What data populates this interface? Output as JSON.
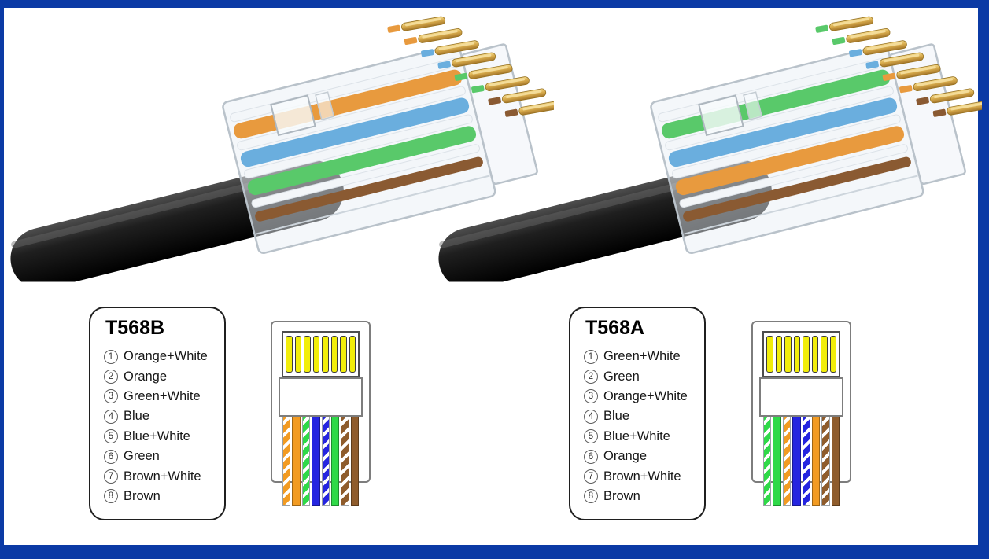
{
  "frame": {
    "border_color": "#0b3aa5",
    "panel_background": "#ffffff"
  },
  "connector_photos": [
    {
      "name": "rj45-plug-photo-t568b",
      "description": "clear RJ45 plug with black cable, orange wire on top",
      "band_colors": [
        "#e89a3e",
        "#6aaede",
        "#59c96a"
      ],
      "cable_color": "#141414",
      "pin_color": "#d9ad4e"
    },
    {
      "name": "rj45-plug-photo-t568a",
      "description": "clear RJ45 plug with black cable, green wire on top",
      "band_colors": [
        "#59c96a",
        "#6aaede",
        "#e89a3e"
      ],
      "cable_color": "#141414",
      "pin_color": "#d9ad4e"
    }
  ],
  "wiring_standards": [
    {
      "title": "T568B",
      "pins": [
        {
          "n": "1",
          "label": "Orange+White"
        },
        {
          "n": "2",
          "label": "Orange"
        },
        {
          "n": "3",
          "label": "Green+White"
        },
        {
          "n": "4",
          "label": "Blue"
        },
        {
          "n": "5",
          "label": "Blue+White"
        },
        {
          "n": "6",
          "label": "Green"
        },
        {
          "n": "7",
          "label": "Brown+White"
        },
        {
          "n": "8",
          "label": "Brown"
        }
      ],
      "diagram_pin_count": 8,
      "diagram_wires": [
        {
          "style": "striped",
          "color": "#f29b22"
        },
        {
          "style": "solid",
          "color": "#f29b22"
        },
        {
          "style": "striped",
          "color": "#2fd948"
        },
        {
          "style": "solid",
          "color": "#2525e0"
        },
        {
          "style": "striped",
          "color": "#2525e0"
        },
        {
          "style": "solid",
          "color": "#2fd948"
        },
        {
          "style": "striped",
          "color": "#8f5c2c"
        },
        {
          "style": "solid",
          "color": "#8f5c2c"
        }
      ]
    },
    {
      "title": "T568A",
      "pins": [
        {
          "n": "1",
          "label": "Green+White"
        },
        {
          "n": "2",
          "label": "Green"
        },
        {
          "n": "3",
          "label": "Orange+White"
        },
        {
          "n": "4",
          "label": "Blue"
        },
        {
          "n": "5",
          "label": "Blue+White"
        },
        {
          "n": "6",
          "label": "Orange"
        },
        {
          "n": "7",
          "label": "Brown+White"
        },
        {
          "n": "8",
          "label": "Brown"
        }
      ],
      "diagram_pin_count": 8,
      "diagram_wires": [
        {
          "style": "striped",
          "color": "#2fd948"
        },
        {
          "style": "solid",
          "color": "#2fd948"
        },
        {
          "style": "striped",
          "color": "#f29b22"
        },
        {
          "style": "solid",
          "color": "#2525e0"
        },
        {
          "style": "striped",
          "color": "#2525e0"
        },
        {
          "style": "solid",
          "color": "#f29b22"
        },
        {
          "style": "striped",
          "color": "#8f5c2c"
        },
        {
          "style": "solid",
          "color": "#8f5c2c"
        }
      ]
    }
  ],
  "diagram_style": {
    "pin_yellow": "#f2ee0a",
    "body_border": "#7d7d7d"
  }
}
